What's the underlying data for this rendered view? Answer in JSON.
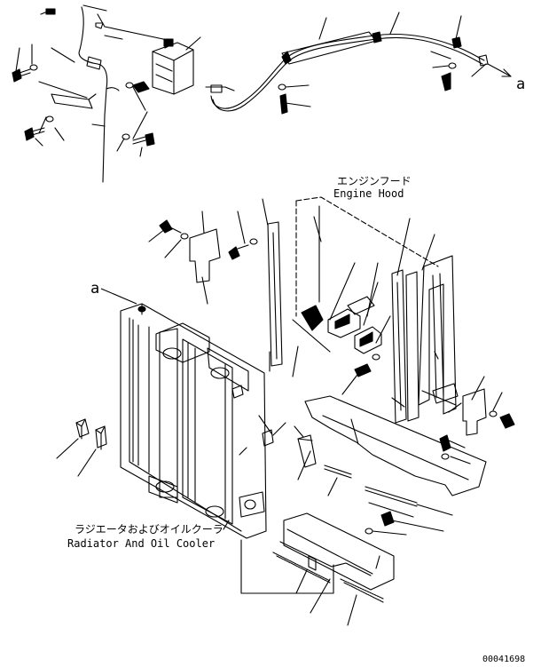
{
  "labels": {
    "engine_hood_jp": "エンジンフード",
    "engine_hood_en": "Engine Hood",
    "radiator_jp": "ラジエータおよびオイルクーラ",
    "radiator_en": "Radiator And Oil Cooler",
    "ref_a_top": "a",
    "ref_a_left": "a",
    "drawing_number": "00041698"
  }
}
